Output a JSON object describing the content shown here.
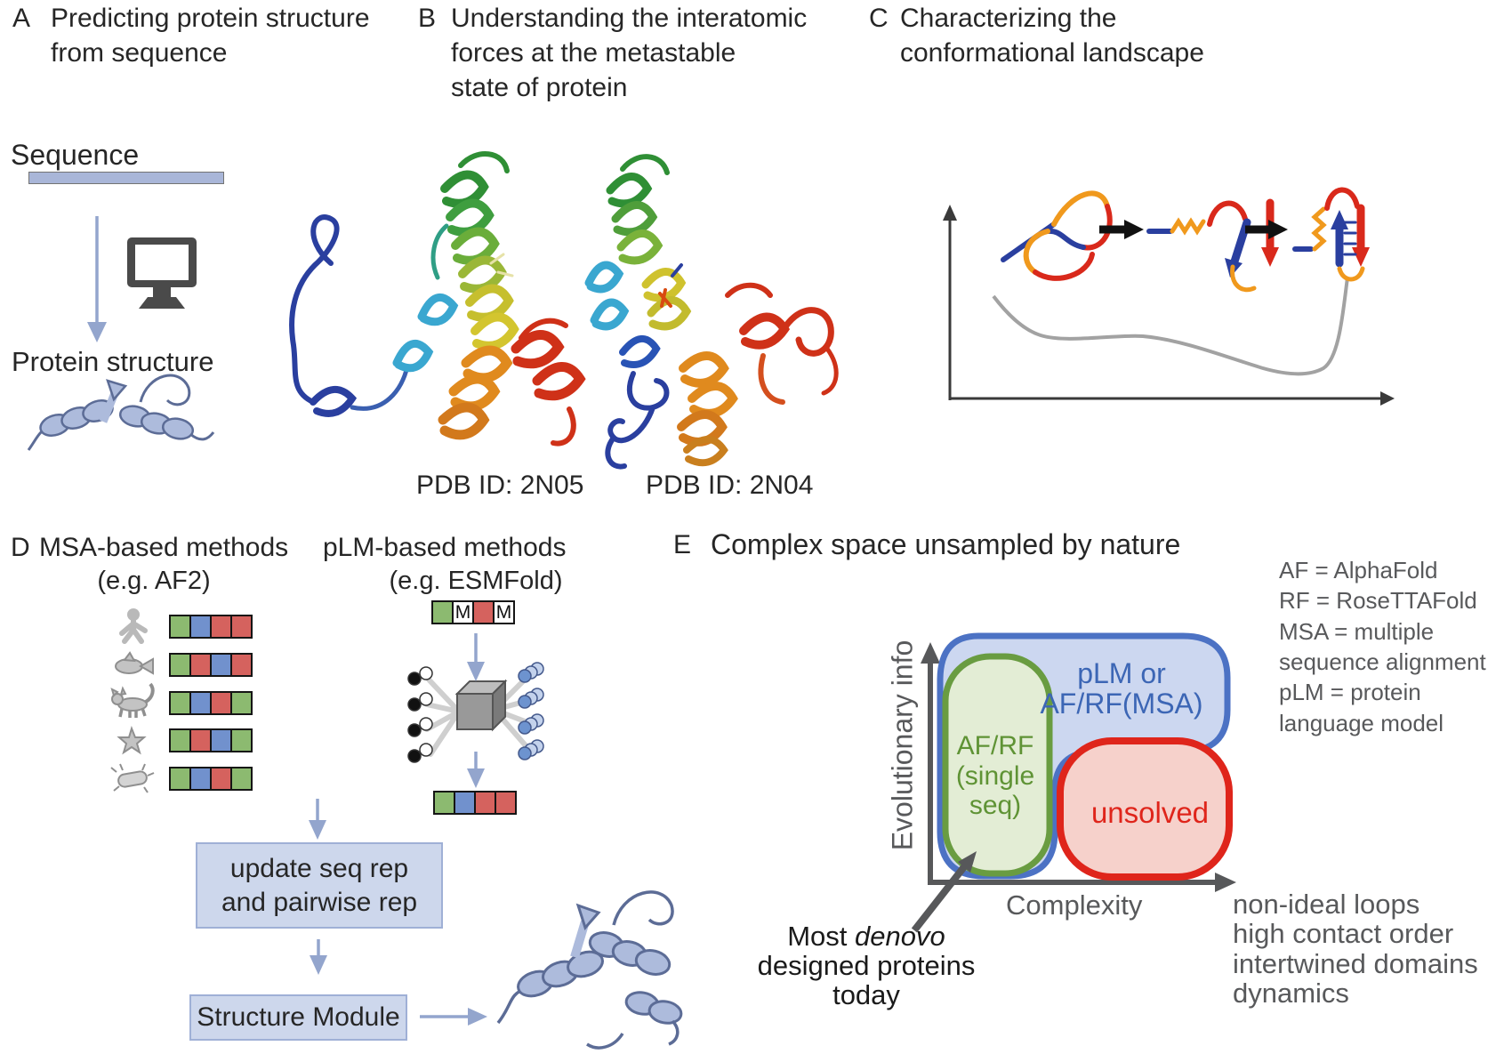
{
  "panel_a": {
    "label": "A",
    "title_lines": [
      "Predicting protein structure",
      "from sequence"
    ],
    "sequence_label": "Sequence",
    "structure_label": "Protein structure"
  },
  "panel_b": {
    "label": "B",
    "title_lines": [
      "Understanding the interatomic",
      "forces at the metastable",
      "state of protein"
    ],
    "pdb_labels": [
      "PDB ID: 2N05",
      "PDB ID: 2N04"
    ]
  },
  "panel_c": {
    "label": "C",
    "title_lines": [
      "Characterizing the",
      "conformational landscape"
    ]
  },
  "panel_d": {
    "label": "D",
    "msa_title": "MSA-based methods",
    "msa_subtitle": "(e.g. AF2)",
    "plm_title": "pLM-based methods",
    "plm_subtitle": "(e.g. ESMFold)",
    "msa_rows": [
      {
        "species": "human",
        "cells": [
          "green",
          "blue",
          "red",
          "red"
        ]
      },
      {
        "species": "fish",
        "cells": [
          "green",
          "red",
          "blue",
          "red"
        ]
      },
      {
        "species": "cat",
        "cells": [
          "green",
          "blue",
          "red",
          "green"
        ]
      },
      {
        "species": "starfish",
        "cells": [
          "green",
          "red",
          "blue",
          "green"
        ]
      },
      {
        "species": "bacterium",
        "cells": [
          "green",
          "blue",
          "red",
          "green"
        ]
      }
    ],
    "masked_sequence": [
      {
        "color": "green",
        "label": ""
      },
      {
        "color": "white",
        "label": "M"
      },
      {
        "color": "red",
        "label": ""
      },
      {
        "color": "white",
        "label": "M"
      }
    ],
    "output_sequence": [
      "green",
      "blue",
      "red",
      "red"
    ],
    "update_box_lines": [
      "update seq rep",
      "and pairwise rep"
    ],
    "structure_box": "Structure Module"
  },
  "panel_e": {
    "label": "E",
    "title": "Complex space unsampled by nature",
    "legend_lines": [
      "AF = AlphaFold",
      "RF = RoseTTAFold",
      "MSA = multiple",
      "sequence alignment",
      "pLM = protein",
      "language model"
    ],
    "y_axis_label": "Evolutionary info",
    "x_axis_label": "Complexity",
    "regions": {
      "blue_lines": [
        "pLM or",
        "AF/RF(MSA)"
      ],
      "green_lines": [
        "AF/RF",
        "(single",
        "seq)"
      ],
      "red_label": "unsolved"
    },
    "annotation": {
      "prefix": "Most ",
      "italic": "denovo",
      "line2": "designed proteins",
      "line3": "today"
    },
    "unsampled_lines": [
      "non-ideal loops",
      "high contact order",
      "intertwined domains",
      "dynamics"
    ]
  },
  "colors": {
    "cell_green": "#8cba70",
    "cell_blue": "#7191cd",
    "cell_red": "#d5625e",
    "box_fill": "#cdd7ec",
    "arrow_blue": "#93a5cd",
    "region_blue": "#4c72c4",
    "region_green": "#699c41",
    "region_red": "#df251b",
    "gray_text": "#58595b"
  }
}
